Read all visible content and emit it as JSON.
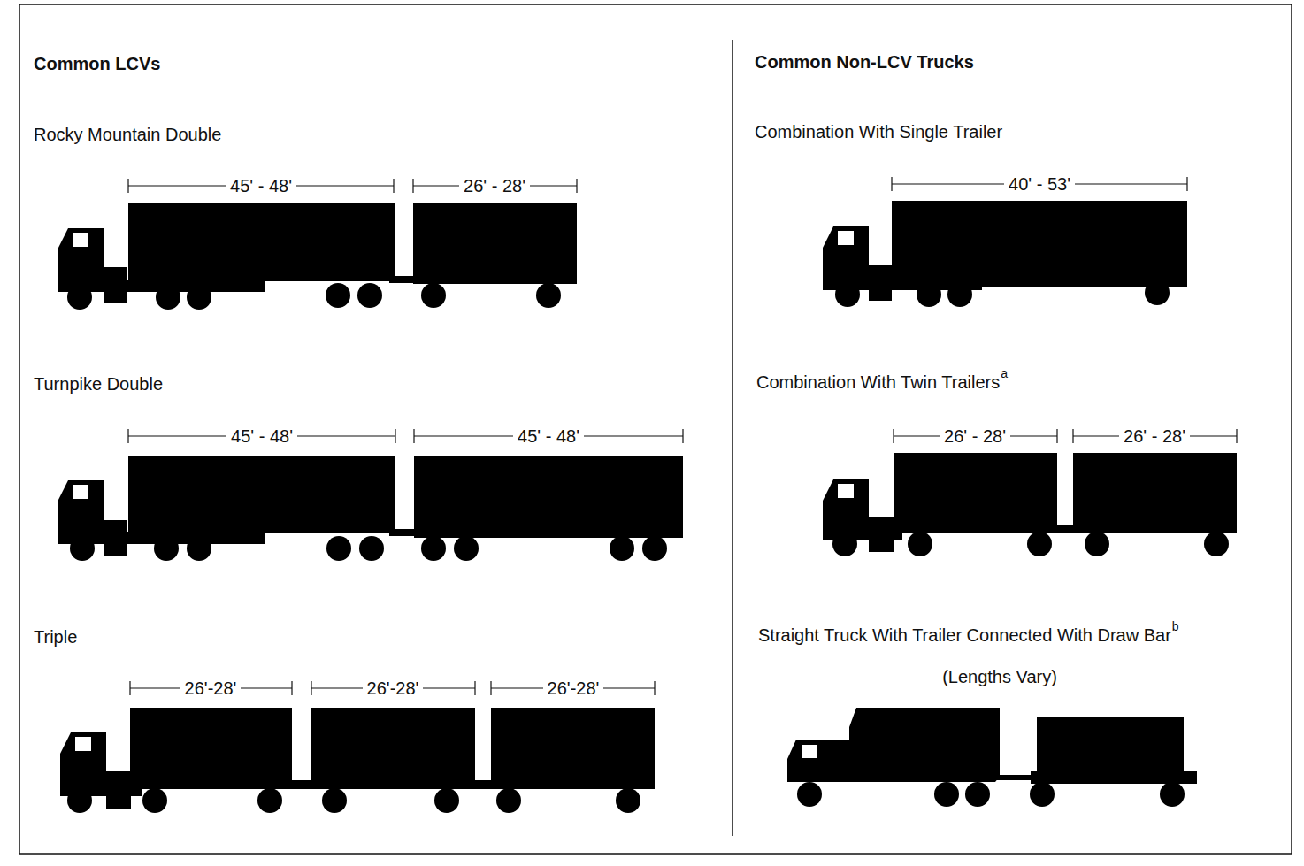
{
  "diagram": {
    "nodes": [
      {
        "text": [
          "Common LCVs"
        ]
      },
      {
        "text": [
          "Common Non-LCV Trucks"
        ]
      }
    ],
    "labels": [
      "Rocky Mountain Double",
      "45' - 48'",
      "26' - 28'",
      "Turnpike Double",
      "45' - 48'",
      "45' - 48'",
      "Triple",
      "26'-28'",
      "26'-28'",
      "26'-28'",
      "Combination With Single Trailer",
      "40' - 53'",
      "Combination With Twin Trailers",
      "a",
      "26' - 28'",
      "26' - 28'",
      "Straight Truck With Trailer Connected With Draw Bar",
      "b",
      "(Lengths Vary)"
    ]
  }
}
